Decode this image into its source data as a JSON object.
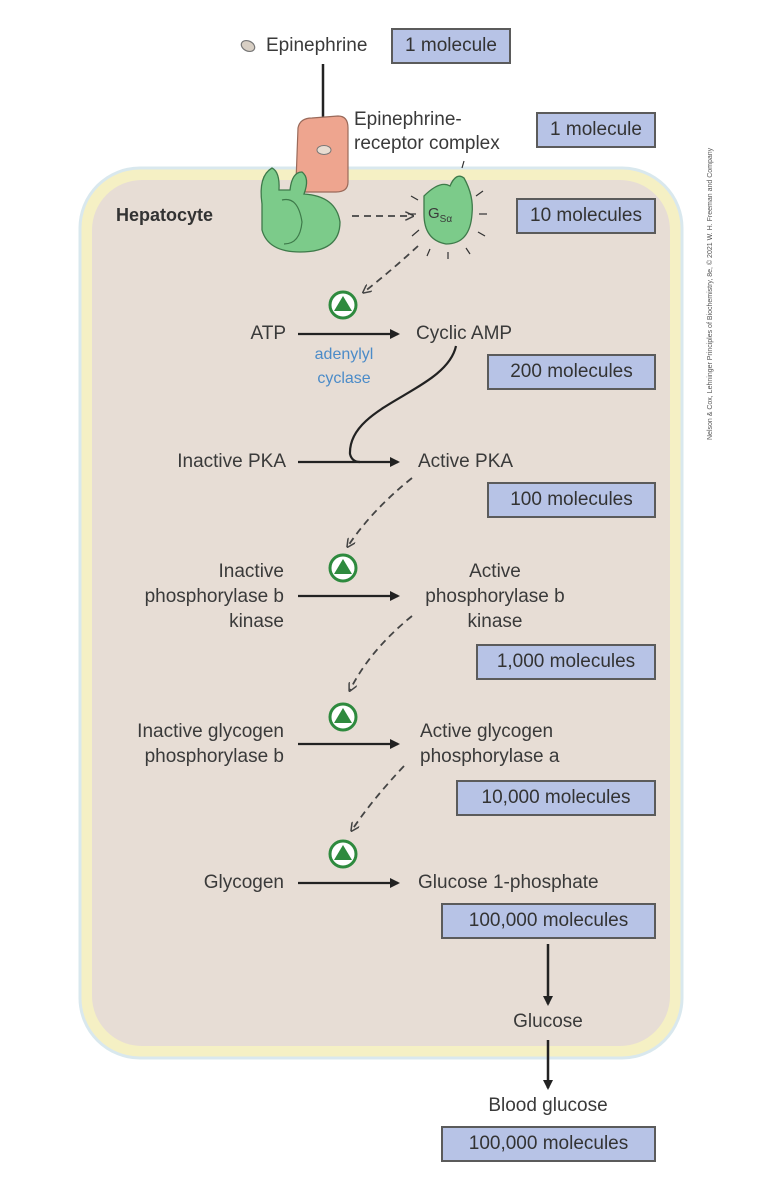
{
  "epinephrine": {
    "label": "Epinephrine",
    "count": "1 molecule"
  },
  "receptor_complex": {
    "label_line1": "Epinephrine-",
    "label_line2": "receptor complex",
    "count": "1 molecule"
  },
  "cell_label": "Hepatocyte",
  "g_protein": {
    "label_main": "G",
    "label_sub": "Sα",
    "count": "10 molecules"
  },
  "step_atp": {
    "left": "ATP",
    "right": "Cyclic AMP",
    "enzyme_line1": "adenylyl",
    "enzyme_line2": "cyclase",
    "count": "200 molecules"
  },
  "step_pka": {
    "left": "Inactive PKA",
    "right": "Active PKA",
    "count": "100 molecules"
  },
  "step_kinase": {
    "left_line1": "Inactive",
    "left_line2": "phosphorylase b",
    "left_line3": "kinase",
    "right_line1": "Active",
    "right_line2": "phosphorylase b",
    "right_line3": "kinase",
    "count": "1,000 molecules"
  },
  "step_phosphorylase": {
    "left_line1": "Inactive glycogen",
    "left_line2": "phosphorylase b",
    "right_line1": "Active glycogen",
    "right_line2": "phosphorylase a",
    "count": "10,000 molecules"
  },
  "step_glycogen": {
    "left": "Glycogen",
    "right": "Glucose 1-phosphate",
    "count": "100,000 molecules"
  },
  "glucose": "Glucose",
  "blood_glucose": {
    "label": "Blood glucose",
    "count": "100,000 molecules"
  },
  "credit": "Nelson & Cox, Lehninger Principles of Biochemistry, 8e, © 2021 W. H. Freeman and Company",
  "colors": {
    "cell_fill": "#e7ddd5",
    "membrane": "#f5f0c4",
    "receptor": "#eea58f",
    "gprotein": "#7ccb8a",
    "count_box": "#b7c3e6",
    "activation": "#2e8a3e"
  }
}
